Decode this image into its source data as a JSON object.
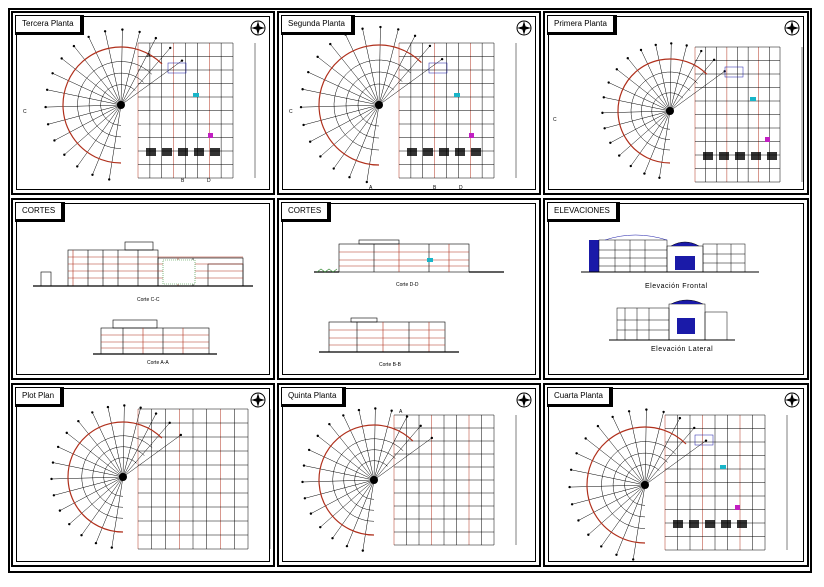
{
  "sheet": {
    "panels": [
      {
        "title": "Tercera Planta"
      },
      {
        "title": "Segunda Planta"
      },
      {
        "title": "Primera Planta"
      },
      {
        "title": "CORTES"
      },
      {
        "title": "CORTES"
      },
      {
        "title": "ELEVACIONES"
      },
      {
        "title": "Plot Plan"
      },
      {
        "title": "Quinta Planta"
      },
      {
        "title": "Cuarta Planta"
      }
    ],
    "captions": {
      "corte_cc": "Corte C-C",
      "corte_aa": "Corte A-A",
      "corte_dd": "Corte D-D",
      "corte_bb": "Corte B-B",
      "elev_frontal": "Elevación Frontal",
      "elev_lateral": "Elevación Lateral"
    },
    "section_markers": {
      "a": "A",
      "b": "B",
      "c": "C",
      "d": "D"
    },
    "colors": {
      "line": "#000000",
      "wall": "#b0301c",
      "accent_blue": "#1a1aa8",
      "accent_cyan": "#19b5c8",
      "accent_green": "#2f8a2f",
      "accent_magenta": "#c21fc2"
    }
  }
}
